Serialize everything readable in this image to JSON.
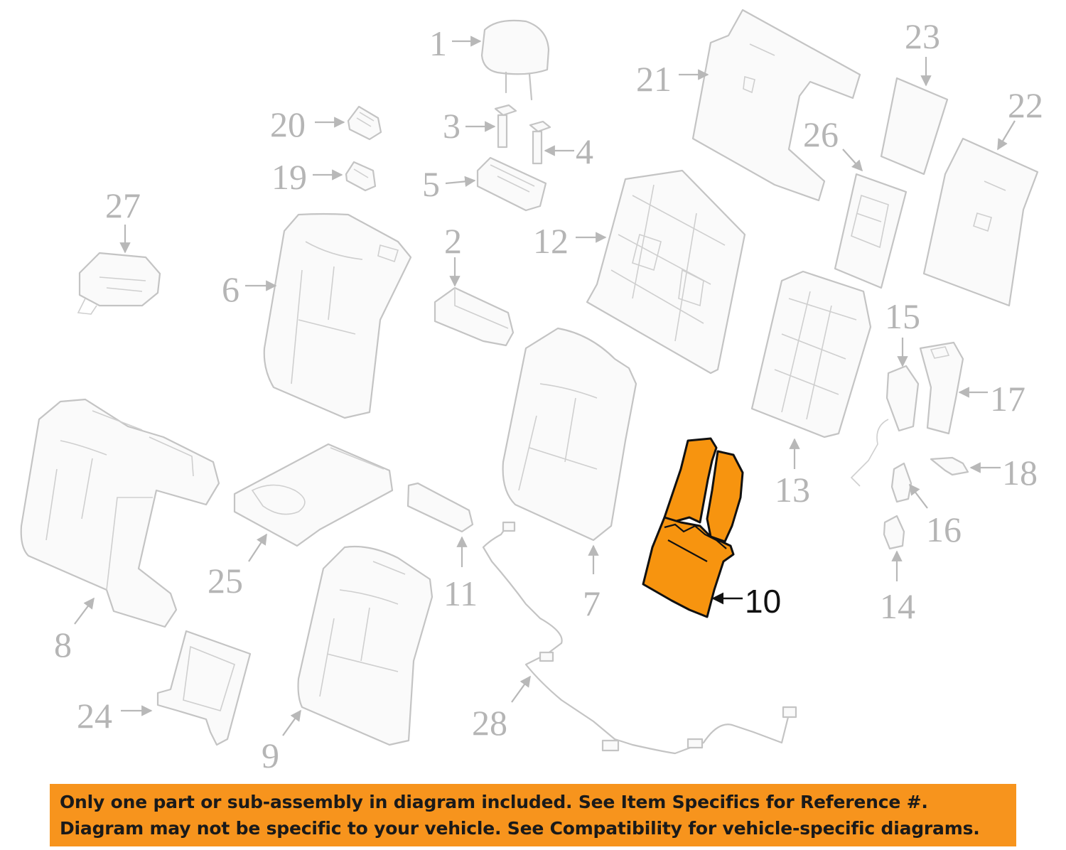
{
  "callouts": {
    "c1": "1",
    "c2": "2",
    "c3": "3",
    "c4": "4",
    "c5": "5",
    "c6": "6",
    "c7": "7",
    "c8": "8",
    "c9": "9",
    "c10": "10",
    "c11": "11",
    "c12": "12",
    "c13": "13",
    "c14": "14",
    "c15": "15",
    "c16": "16",
    "c17": "17",
    "c18": "18",
    "c19": "19",
    "c20": "20",
    "c21": "21",
    "c22": "22",
    "c23": "23",
    "c24": "24",
    "c25": "25",
    "c26": "26",
    "c27": "27",
    "c28": "28"
  },
  "highlighted_part": "10",
  "colors": {
    "highlight": "#f7940f",
    "banner": "#f7941d",
    "part_line": "#c4c4c4",
    "callout_text": "#b5b5b5"
  },
  "banner": {
    "line1": "Only one part or sub-assembly in diagram included. See Item Specifics for Reference #.",
    "line2": "Diagram may not be specific to your vehicle. See Compatibility for vehicle-specific diagrams."
  }
}
